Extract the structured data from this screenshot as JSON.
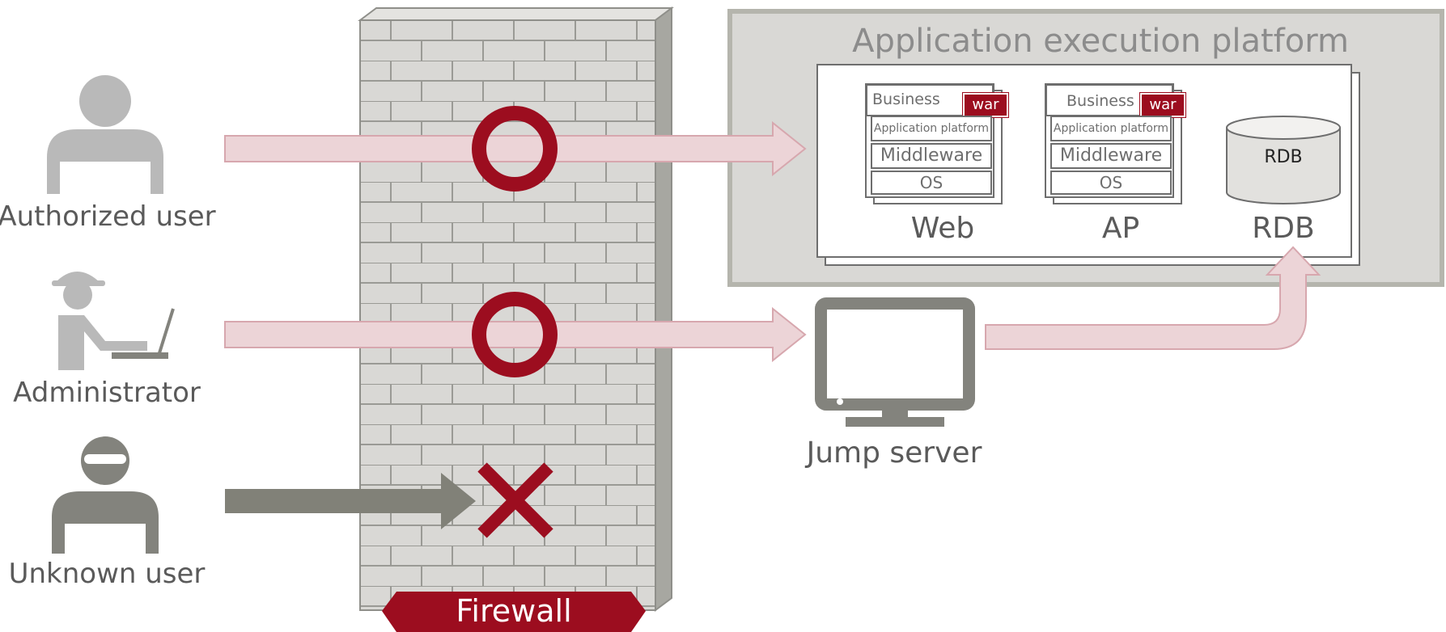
{
  "actors": {
    "authorized": "Authorized user",
    "administrator": "Administrator",
    "unknown": "Unknown user"
  },
  "firewall": {
    "label": "Firewall"
  },
  "platform": {
    "title": "Application execution platform"
  },
  "servers": [
    {
      "caption": "Web",
      "layers": {
        "business": "Business",
        "war": "war",
        "app_platform": "Application platform",
        "middleware": "Middleware",
        "os": "OS"
      }
    },
    {
      "caption": "AP",
      "layers": {
        "business": "Business",
        "war": "war",
        "app_platform": "Application platform",
        "middleware": "Middleware",
        "os": "OS"
      }
    }
  ],
  "database": {
    "caption": "RDB",
    "cylinder_label": "RDB"
  },
  "jump_server": {
    "caption": "Jump server"
  },
  "colors": {
    "accent_red": "#9c0d1f",
    "allowed_arrow_fill": "#ecd4d7",
    "allowed_arrow_stroke": "#d7a7ae",
    "blocked_arrow": "#818178",
    "gray_icon": "#b9b9b9",
    "dark_icon": "#83837d",
    "brick": "#d9d8d5",
    "mortar": "#8f8f8a",
    "platform_bg": "#d9d8d5",
    "platform_border": "#b5b5ad"
  },
  "icons": {
    "allowed_mark": "circle-allowed-icon",
    "blocked_mark": "x-blocked-icon",
    "monitor": "monitor-icon",
    "database": "database-cylinder-icon"
  }
}
